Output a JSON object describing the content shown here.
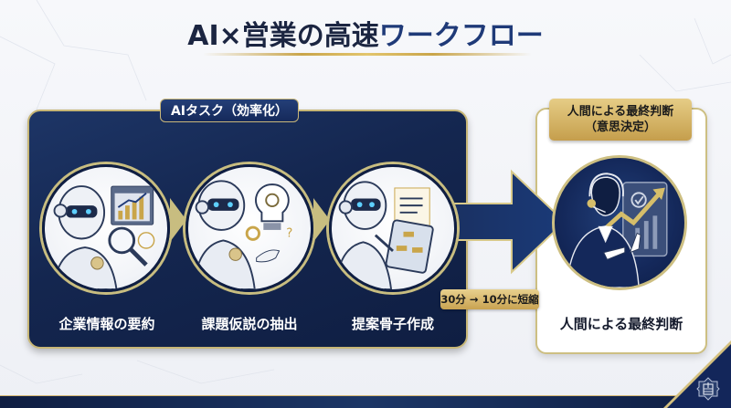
{
  "title": {
    "prefix": "AI×営業の高速",
    "accent": "ワークフロー"
  },
  "ai_panel": {
    "label": "AIタスク（効率化）",
    "steps": [
      {
        "label": "企業情報の要約",
        "icon": "robot-magnifier-chart-icon"
      },
      {
        "label": "課題仮説の抽出",
        "icon": "robot-lightbulb-gear-icon"
      },
      {
        "label": "提案骨子作成",
        "icon": "robot-tablet-document-icon"
      }
    ]
  },
  "time_badge": "30分 → 10分に短縮",
  "human_panel": {
    "label_line1": "人間による最終判断",
    "label_line2": "（意思決定）",
    "step_label": "人間による最終判断",
    "icon": "person-headset-chart-icon"
  },
  "colors": {
    "navy": "#14264f",
    "gold": "#c9a54a",
    "panel_border": "#c7b676"
  }
}
